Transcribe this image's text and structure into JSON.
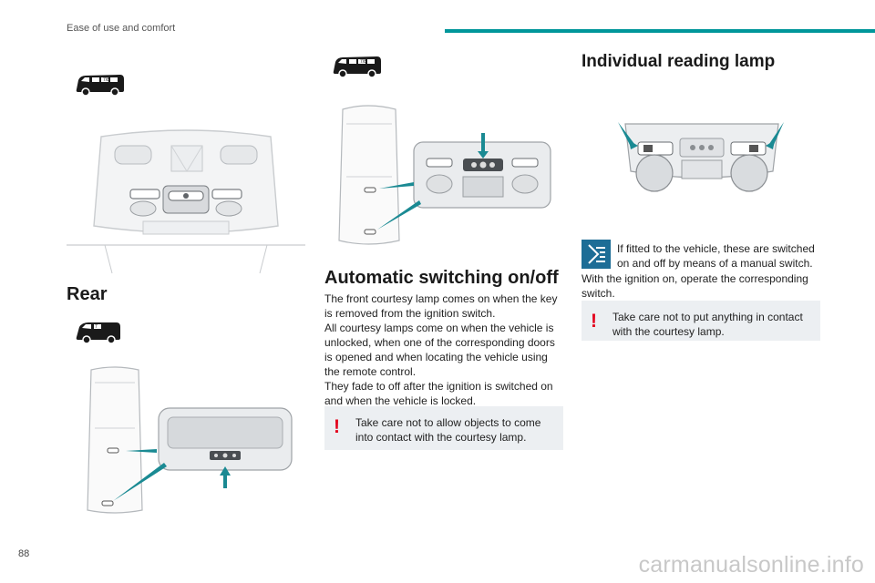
{
  "header": {
    "section": "Ease of use and comfort",
    "accent_color": "#00969a"
  },
  "page_number": "88",
  "watermark": "carmanualsonline.info",
  "sections": {
    "rear_title": "Rear",
    "auto_title": "Automatic switching on/off",
    "auto_paragraphs": [
      "The front courtesy lamp comes on when the key is removed from the ignition switch.",
      "All courtesy lamps come on when the vehicle is unlocked, when one of the corresponding doors is opened and when locating the vehicle using the remote control.",
      "They fade to off after the ignition is switched on and when the vehicle is locked."
    ],
    "auto_warning": "Take care not to allow objects to come into contact with the courtesy lamp.",
    "lamp_title": "Individual reading lamp",
    "lamp_info_a": "If fitted to the vehicle, these are switched on and off by means of a manual switch.",
    "lamp_info_b": "With the ignition on, operate the corresponding switch.",
    "lamp_warning": "Take care not to put anything in contact with the courtesy lamp."
  },
  "icons": {
    "warning": "exclamation-icon",
    "info": "info-document-icon",
    "warning_color": "#e3001b",
    "info_color": "#1d6d96"
  },
  "van_badges": {
    "fig1": "7/8",
    "fig2": "7/8",
    "fig4": "7"
  }
}
